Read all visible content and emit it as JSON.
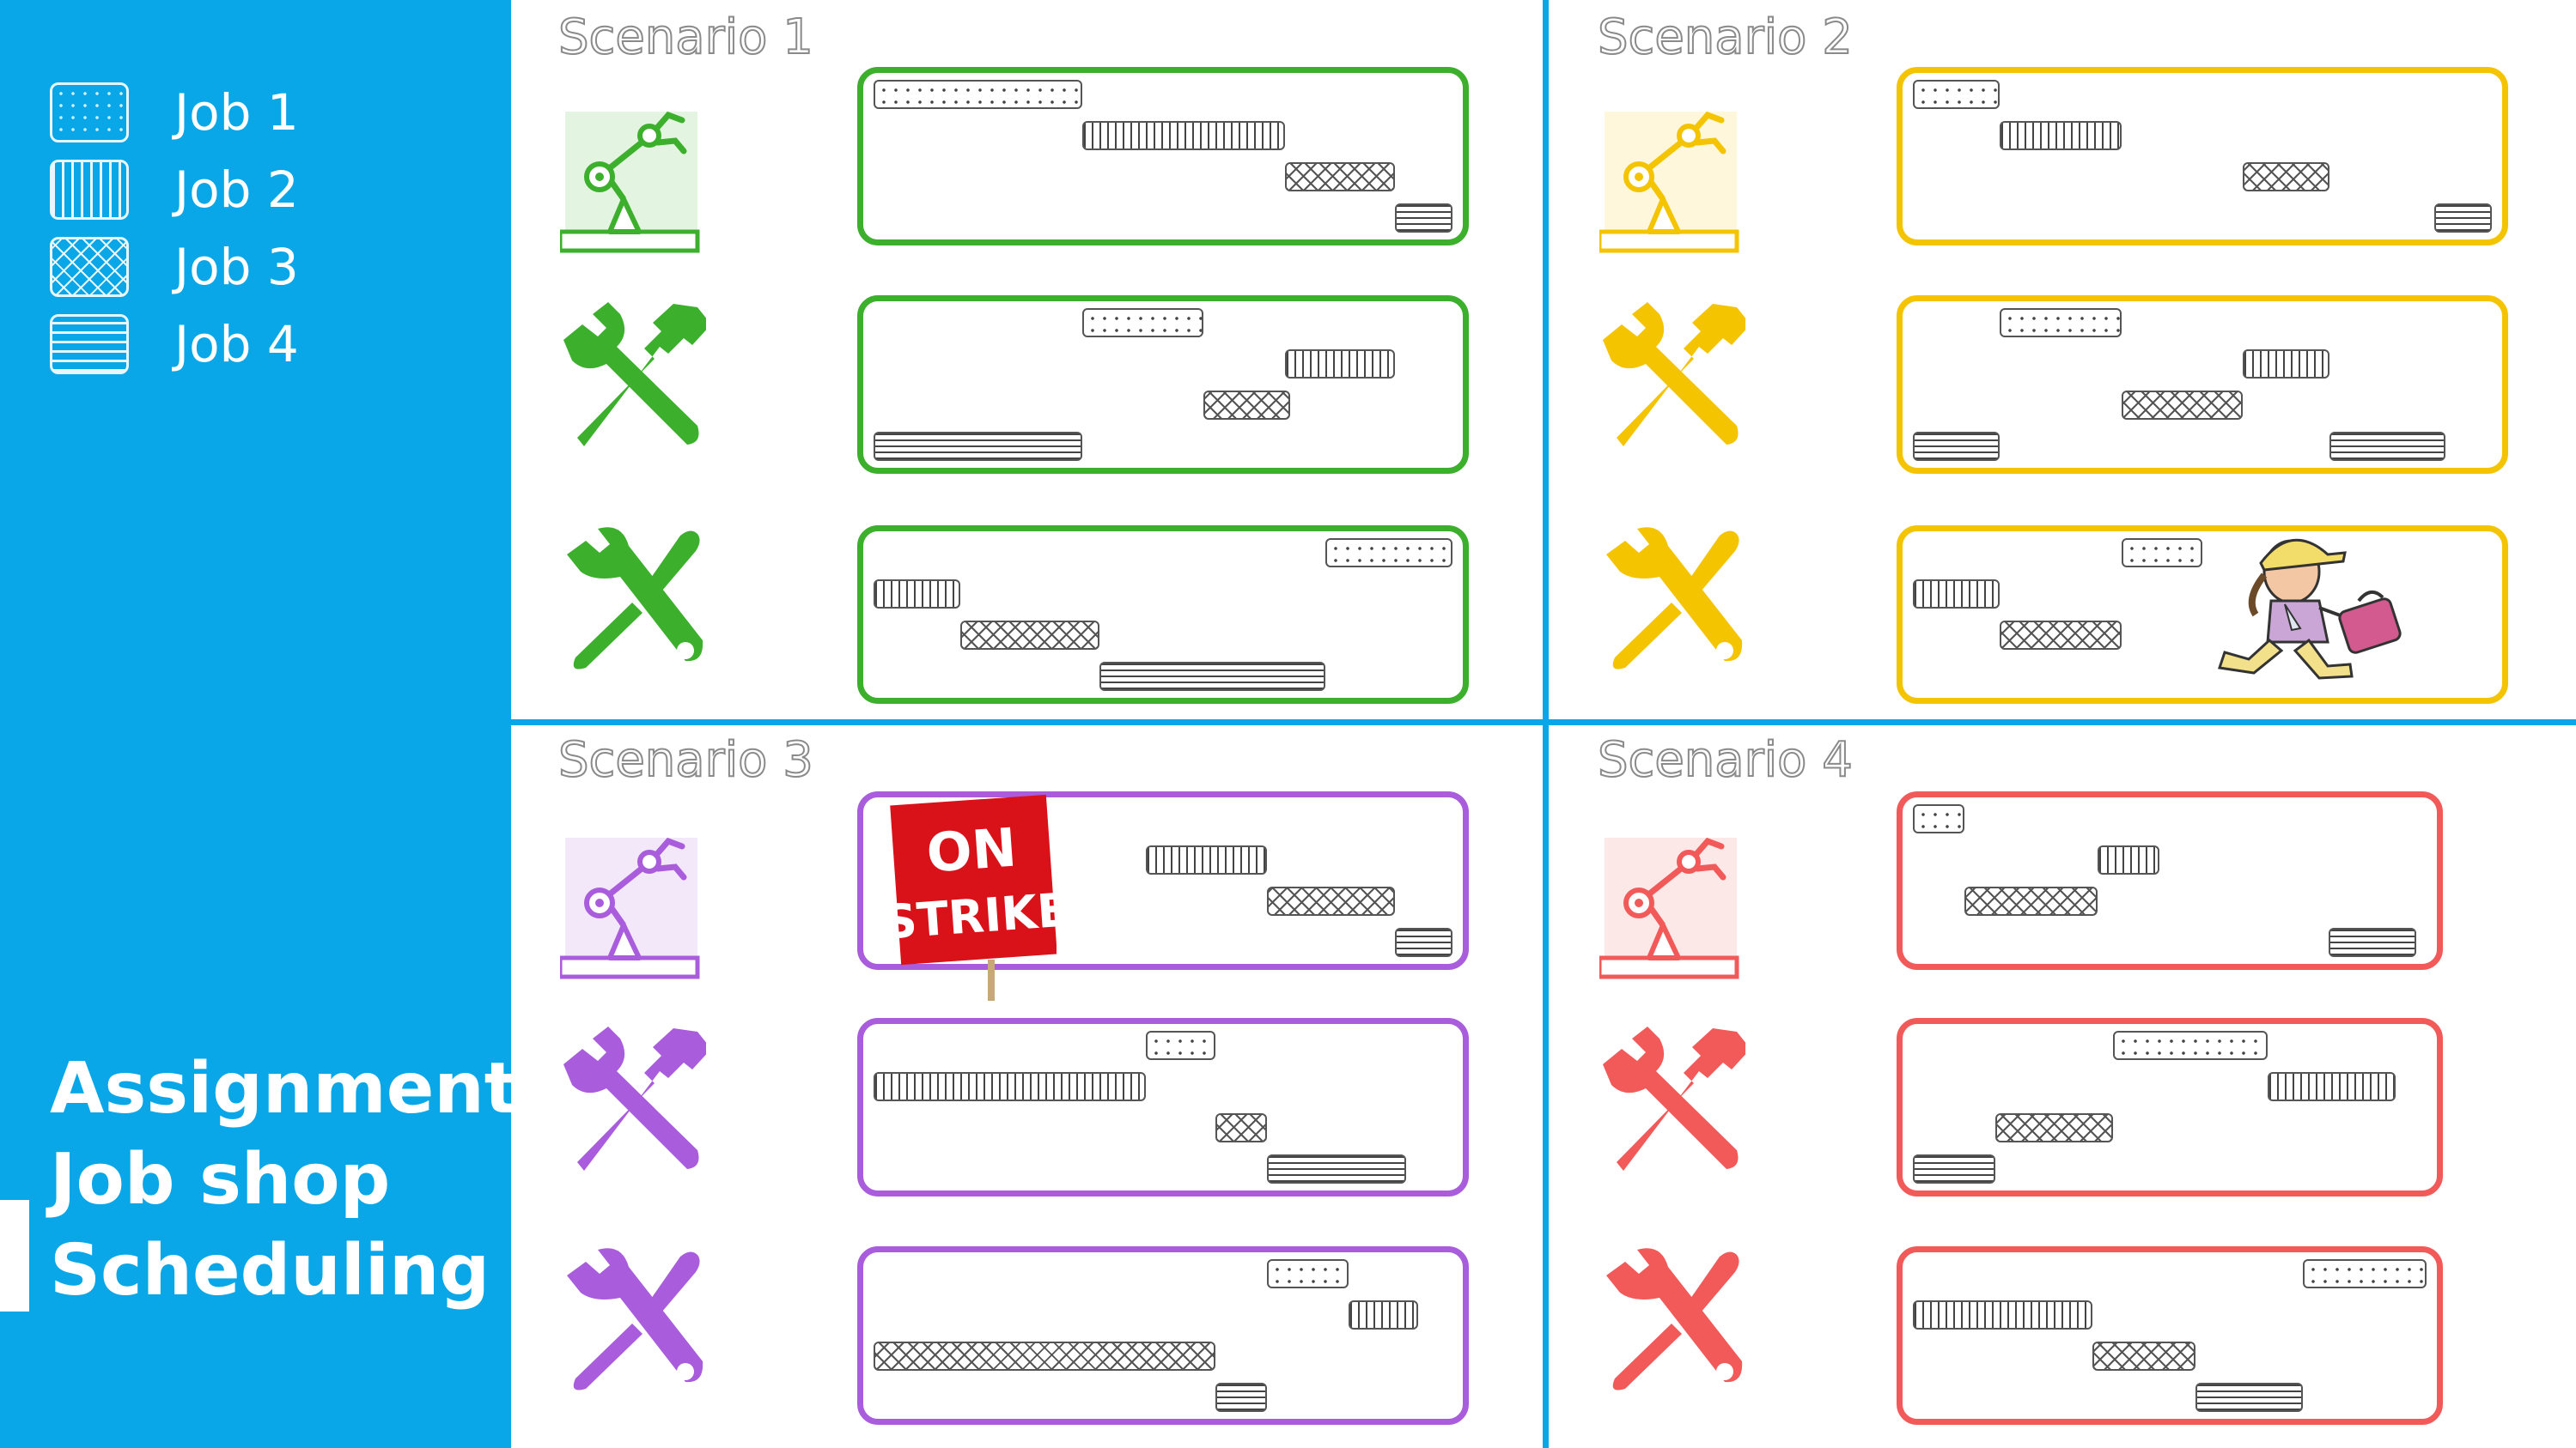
{
  "legend": [
    {
      "label": "Job 1",
      "pattern": "dotted"
    },
    {
      "label": "Job 2",
      "pattern": "vertical-stripes"
    },
    {
      "label": "Job 3",
      "pattern": "cross-hatch"
    },
    {
      "label": "Job 4",
      "pattern": "horizontal-stripes"
    }
  ],
  "sidebar": {
    "title_lines": [
      "Assignment &",
      "Job shop",
      "Scheduling"
    ],
    "color": "#0aa7e8"
  },
  "machine_icons": [
    "robot-arm-icon",
    "hammer-wrench-icon",
    "wrench-screwdriver-icon"
  ],
  "scenarios": [
    {
      "title": "Scenario 1",
      "color": "#3cb02c",
      "machines": [
        {
          "icon": "robot-arm-icon",
          "jobs": [
            {
              "job": 1,
              "start": 0,
              "end": 0.36
            },
            {
              "job": 2,
              "start": 0.36,
              "end": 0.71
            },
            {
              "job": 3,
              "start": 0.71,
              "end": 0.9
            },
            {
              "job": 4,
              "start": 0.9,
              "end": 1.0
            }
          ]
        },
        {
          "icon": "hammer-wrench-icon",
          "jobs": [
            {
              "job": 1,
              "start": 0.36,
              "end": 0.57
            },
            {
              "job": 2,
              "start": 0.71,
              "end": 0.9
            },
            {
              "job": 3,
              "start": 0.57,
              "end": 0.72
            },
            {
              "job": 4,
              "start": 0,
              "end": 0.36
            }
          ]
        },
        {
          "icon": "wrench-screwdriver-icon",
          "jobs": [
            {
              "job": 1,
              "start": 0.78,
              "end": 1.0
            },
            {
              "job": 2,
              "start": 0,
              "end": 0.15
            },
            {
              "job": 3,
              "start": 0.15,
              "end": 0.39
            },
            {
              "job": 4,
              "start": 0.39,
              "end": 0.78
            }
          ]
        }
      ]
    },
    {
      "title": "Scenario 2",
      "color": "#f5c400",
      "machines": [
        {
          "icon": "robot-arm-icon",
          "jobs": [
            {
              "job": 1,
              "start": 0,
              "end": 0.15
            },
            {
              "job": 2,
              "start": 0.15,
              "end": 0.36
            },
            {
              "job": 3,
              "start": 0.57,
              "end": 0.72
            },
            {
              "job": 4,
              "start": 0.9,
              "end": 1.0
            }
          ]
        },
        {
          "icon": "hammer-wrench-icon",
          "jobs": [
            {
              "job": 1,
              "start": 0.15,
              "end": 0.36
            },
            {
              "job": 2,
              "start": 0.57,
              "end": 0.72
            },
            {
              "job": 3,
              "start": 0.36,
              "end": 0.57
            },
            {
              "job": 4,
              "start": 0,
              "end": 0.15
            },
            {
              "job": 4,
              "start": 0.72,
              "end": 0.92
            }
          ]
        },
        {
          "icon": "wrench-screwdriver-icon",
          "jobs": [
            {
              "job": 1,
              "start": 0.36,
              "end": 0.5
            },
            {
              "job": 2,
              "start": 0,
              "end": 0.15
            },
            {
              "job": 3,
              "start": 0.15,
              "end": 0.36
            }
          ]
        }
      ],
      "annotation": "running-worker-illustration"
    },
    {
      "title": "Scenario 3",
      "color": "#a95cdc",
      "machines": [
        {
          "icon": "robot-arm-icon",
          "jobs": [
            {
              "job": 2,
              "start": 0.47,
              "end": 0.68
            },
            {
              "job": 3,
              "start": 0.68,
              "end": 0.9
            },
            {
              "job": 4,
              "start": 0.9,
              "end": 1.0
            }
          ],
          "status": "ON STRIKE"
        },
        {
          "icon": "hammer-wrench-icon",
          "jobs": [
            {
              "job": 1,
              "start": 0.47,
              "end": 0.59
            },
            {
              "job": 2,
              "start": 0,
              "end": 0.47
            },
            {
              "job": 3,
              "start": 0.59,
              "end": 0.68
            },
            {
              "job": 4,
              "start": 0.68,
              "end": 0.92
            }
          ]
        },
        {
          "icon": "wrench-screwdriver-icon",
          "jobs": [
            {
              "job": 1,
              "start": 0.68,
              "end": 0.82
            },
            {
              "job": 2,
              "start": 0.82,
              "end": 0.94
            },
            {
              "job": 3,
              "start": 0,
              "end": 0.59
            },
            {
              "job": 4,
              "start": 0.59,
              "end": 0.68
            }
          ]
        }
      ]
    },
    {
      "title": "Scenario 4",
      "color": "#f25a5a",
      "machines": [
        {
          "icon": "robot-arm-icon",
          "jobs": [
            {
              "job": 1,
              "start": 0,
              "end": 0.1
            },
            {
              "job": 2,
              "start": 0.36,
              "end": 0.48
            },
            {
              "job": 3,
              "start": 0.1,
              "end": 0.36
            },
            {
              "job": 4,
              "start": 0.81,
              "end": 0.98
            }
          ]
        },
        {
          "icon": "hammer-wrench-icon",
          "jobs": [
            {
              "job": 1,
              "start": 0.39,
              "end": 0.69
            },
            {
              "job": 2,
              "start": 0.69,
              "end": 0.94
            },
            {
              "job": 3,
              "start": 0.16,
              "end": 0.39
            },
            {
              "job": 4,
              "start": 0,
              "end": 0.16
            }
          ]
        },
        {
          "icon": "wrench-screwdriver-icon",
          "jobs": [
            {
              "job": 1,
              "start": 0.76,
              "end": 1.0
            },
            {
              "job": 2,
              "start": 0,
              "end": 0.35
            },
            {
              "job": 3,
              "start": 0.35,
              "end": 0.55
            },
            {
              "job": 4,
              "start": 0.55,
              "end": 0.76
            }
          ]
        }
      ]
    }
  ],
  "strike_sign": {
    "line1": "ON",
    "line2": "STRIKE",
    "color": "#d9121a"
  }
}
